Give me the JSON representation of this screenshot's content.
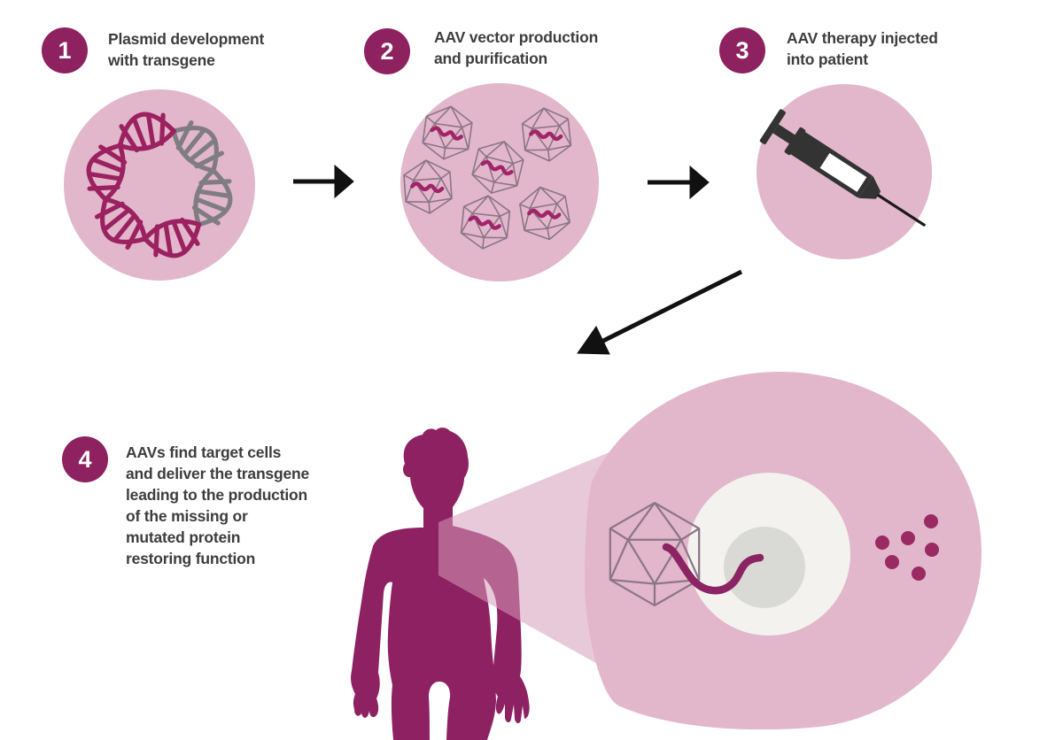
{
  "steps": [
    {
      "number": "1",
      "label": "Plasmid development\nwith transgene"
    },
    {
      "number": "2",
      "label": "AAV vector production\nand purification"
    },
    {
      "number": "3",
      "label": "AAV therapy injected\ninto patient"
    },
    {
      "number": "4",
      "label": "AAVs find target cells\nand deliver the transgene\nleading to the production\nof the missing or\nmutated protein\nrestoring function"
    }
  ],
  "icons": {
    "step1": "plasmid-icon",
    "step2": "aav-capsids-icon",
    "step3": "syringe-icon",
    "step4": "body-and-target-cell-icon",
    "connectors": [
      "arrow-right-icon",
      "arrow-right-icon",
      "arrow-diagonal-icon"
    ]
  },
  "colors": {
    "badge_magenta": "#8e2160",
    "body_magenta": "#8e2161",
    "circle_pink": "#e2b7cb",
    "beam_pink_translucent": "rgba(213,156,186,0.55)",
    "dna_magenta": "#9b2161",
    "transgene_gray": "#807d82",
    "capsid_stroke": "#8b7588",
    "mini_strand_magenta": "#a12368",
    "cell_strand_magenta": "#8c2363",
    "protein_dot_magenta": "#992a62",
    "nucleus_white": "#f3f2ef",
    "nucleolus_gray": "#d9d9d5",
    "arrow_black": "#111111",
    "text_gray": "#3d3d3d",
    "syringe_dark": "#333333"
  }
}
